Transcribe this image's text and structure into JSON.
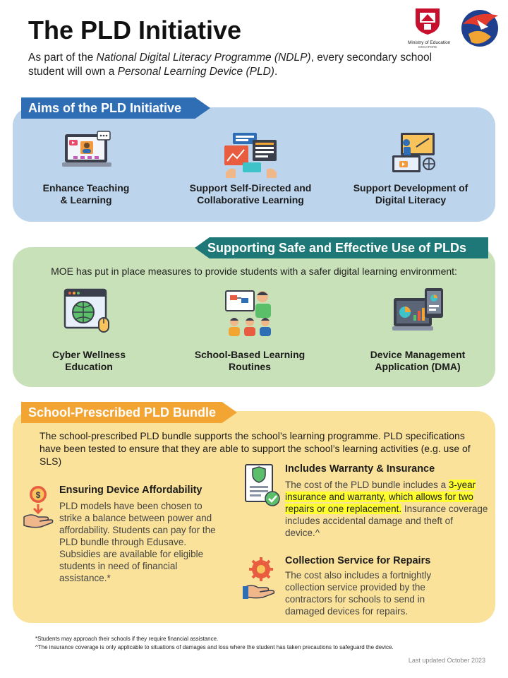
{
  "header": {
    "title": "The PLD Initiative",
    "intro_prefix": "As part of the ",
    "intro_programme": "National Digital Literacy Programme (NDLP)",
    "intro_middle": ", every secondary school student will own a ",
    "intro_device": "Personal Learning Device (PLD)",
    "intro_suffix": ".",
    "moe_logo_line1": "Ministry of Education",
    "moe_logo_line2": "SINGAPORE"
  },
  "aims": {
    "heading": "Aims of the PLD Initiative",
    "items": [
      {
        "label_line1": "Enhance Teaching",
        "label_line2": "& Learning",
        "icon": "online-lesson-icon"
      },
      {
        "label_line1": "Support Self-Directed and",
        "label_line2": "Collaborative Learning",
        "icon": "collaboration-icon"
      },
      {
        "label_line1": "Support Development of",
        "label_line2": "Digital Literacy",
        "icon": "digital-literacy-icon"
      }
    ]
  },
  "safe_use": {
    "heading": "Supporting Safe and Effective Use of PLDs",
    "lead": "MOE has put in place measures to provide students with a safer digital learning environment:",
    "items": [
      {
        "label_line1": "Cyber Wellness",
        "label_line2": "Education",
        "icon": "web-globe-icon"
      },
      {
        "label_line1": "School-Based Learning",
        "label_line2": "Routines",
        "icon": "classroom-icon"
      },
      {
        "label_line1": "Device Management",
        "label_line2": "Application (DMA)",
        "icon": "device-dashboard-icon"
      }
    ]
  },
  "bundle": {
    "heading": "School-Prescribed PLD Bundle",
    "lead": "The school-prescribed PLD bundle supports the school’s learning programme. PLD specifications have been tested to ensure that they are able to support the school’s learning activities (e.g. use of SLS)",
    "affordability": {
      "title": "Ensuring Device Affordability",
      "body": "PLD models have been chosen to strike a balance between power and affordability. Students can pay for the PLD bundle through Edusave. Subsidies are available for eligible  students in need of financial assistance.*"
    },
    "warranty": {
      "title": "Includes Warranty & Insurance",
      "body_prefix": "The cost of the PLD bundle includes a ",
      "body_highlight": "3-year insurance and warranty, which allows for two repairs or one replacement.",
      "body_suffix": " Insurance coverage includes accidental damage and theft of device.^"
    },
    "collection": {
      "title": "Collection Service for Repairs",
      "body": "The cost also includes a fortnightly collection service  provided by the contractors for schools to send in damaged devices for repairs."
    }
  },
  "footer": {
    "note1": "*Students may approach their schools  if they require financial assistance.",
    "note2": "^The insurance coverage is only applicable to situations  of damages and loss where the student has taken precautions to safeguard the device.",
    "updated": "Last updated October 2023"
  },
  "colors": {
    "aims_banner": "#2f6db5",
    "aims_panel": "#bcd4ec",
    "safe_banner": "#1e7878",
    "safe_panel": "#c9e1b9",
    "bundle_banner": "#f2a533",
    "bundle_panel": "#fbe29a",
    "highlight": "#ffff2e"
  }
}
